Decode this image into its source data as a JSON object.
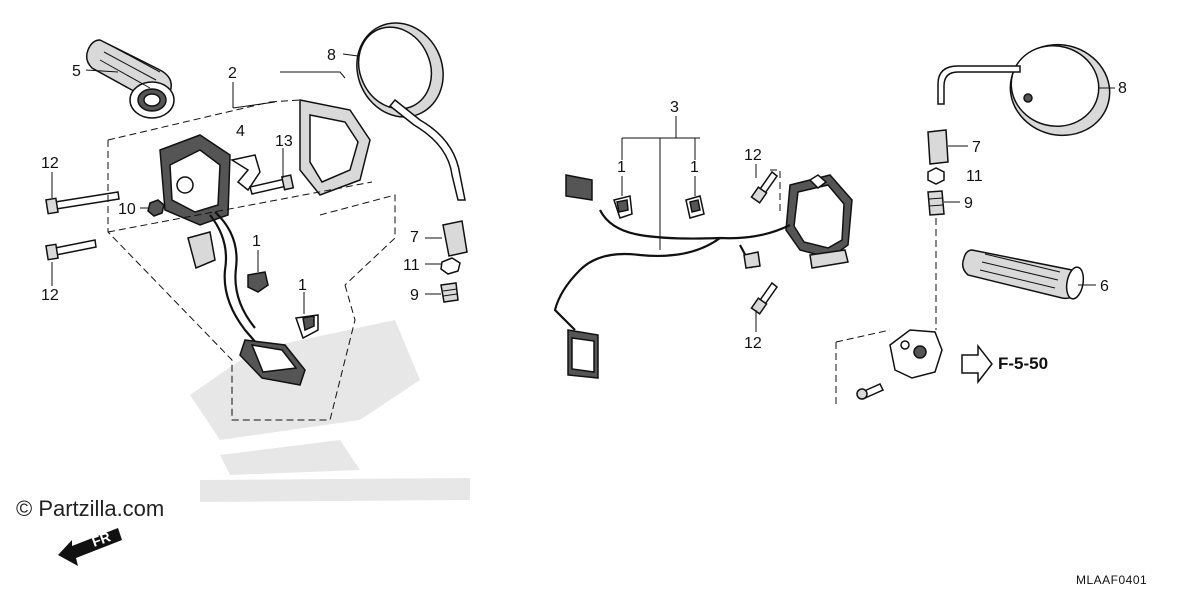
{
  "watermark": "© Partzilla.com",
  "diagram_code": "MLAAF0401",
  "reference": "F-5-50",
  "front_arrow_label": "FR",
  "callouts": {
    "c1_a": "1",
    "c1_b": "1",
    "c1_c": "1",
    "c1_d": "1",
    "c2": "2",
    "c3": "3",
    "c4": "4",
    "c5": "5",
    "c6": "6",
    "c7_a": "7",
    "c7_b": "7",
    "c8_a": "8",
    "c8_b": "8",
    "c9_a": "9",
    "c9_b": "9",
    "c10": "10",
    "c11_a": "11",
    "c11_b": "11",
    "c12_a": "12",
    "c12_b": "12",
    "c12_c": "12",
    "c12_d": "12",
    "c13": "13"
  },
  "colors": {
    "line": "#111111",
    "fill": "#ffffff",
    "shade": "#d9d9d9",
    "stipple": "#e7e7e7"
  }
}
